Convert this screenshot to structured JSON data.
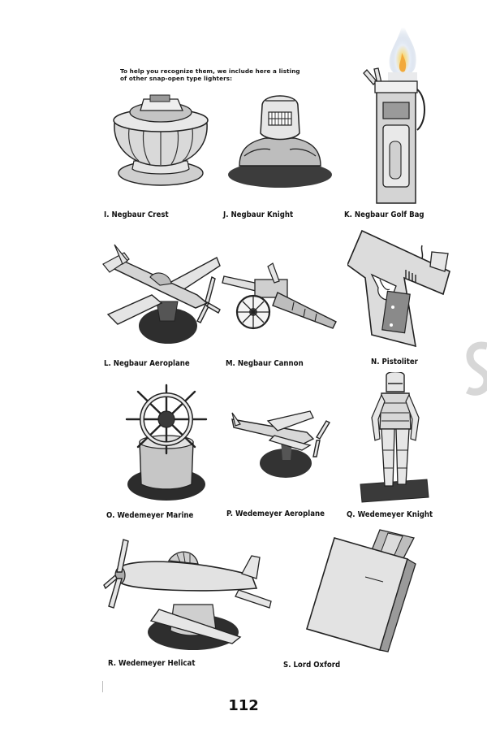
{
  "intro": {
    "line1": "To help you recognize them, we include here a listing",
    "line2": "of other snap-open type lighters:"
  },
  "captions": {
    "i": "I. Negbaur Crest",
    "j": "J. Negbaur Knight",
    "k": "K. Negbaur Golf Bag",
    "l": "L. Negbaur Aeroplane",
    "m": "M. Negbaur Cannon",
    "n": "N. Pistoliter",
    "o": "O. Wedemeyer Marine",
    "p": "P. Wedemeyer Aeroplane",
    "q": "Q. Wedemeyer Knight",
    "r": "R. Wedemeyer Helicat",
    "s": "S. Lord Oxford"
  },
  "page_number": "112"
}
